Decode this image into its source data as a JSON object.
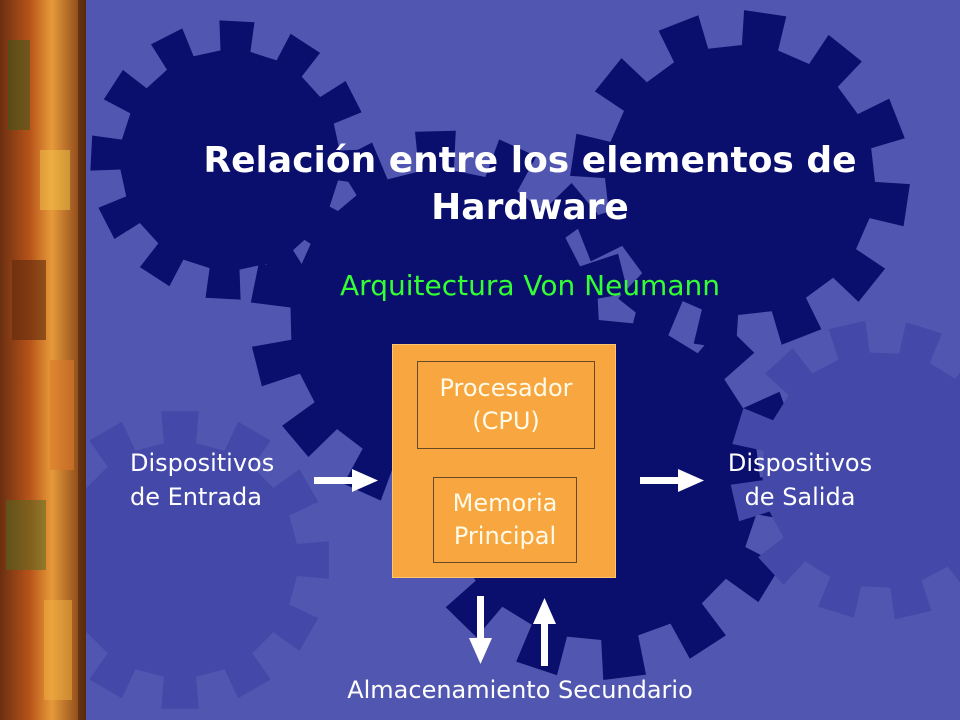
{
  "title": "Relación entre los elementos de Hardware",
  "subtitle": "Arquitectura  Von Neumann",
  "cpu": {
    "line1": "Procesador",
    "line2": "(CPU)"
  },
  "memory": {
    "line1": "Memoria",
    "line2": "Principal"
  },
  "input_devices": {
    "line1": "Dispositivos",
    "line2": "de Entrada"
  },
  "output_devices": {
    "line1": "Dispositivos",
    "line2": "de Salida"
  },
  "storage": "Almacenamiento Secundario",
  "colors": {
    "background": "#5157b0",
    "gear": "#0a0f6e",
    "gear_light": "#4448a8",
    "accent_box": "#f7a640",
    "subtitle": "#33ff33",
    "text": "#ffffff"
  }
}
